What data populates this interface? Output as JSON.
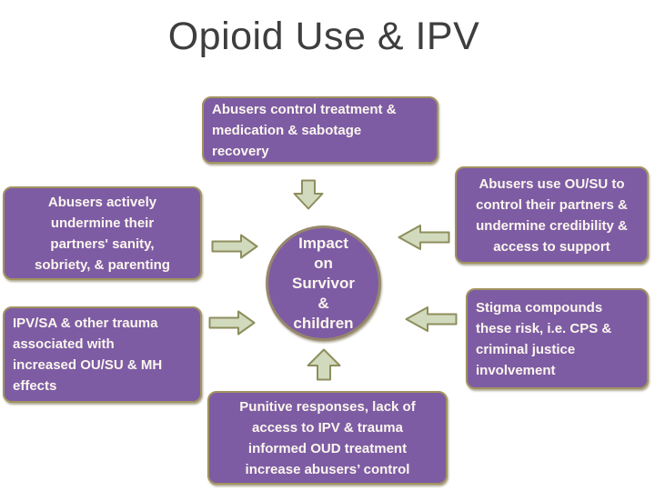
{
  "slide": {
    "title": "Opioid Use & IPV",
    "colors": {
      "box_fill": "#7d5ca4",
      "box_border": "#a1935f",
      "box_text": "#fcf6ee",
      "arrow_fill": "#d2dabe",
      "arrow_border": "#8d8e5c",
      "title_text": "#3e3e3e"
    },
    "diagram": {
      "center_circle": {
        "lines": [
          "Impact",
          "on",
          "Survivor",
          "&",
          "children"
        ]
      },
      "boxes": {
        "top": {
          "lines": [
            "Abusers control treatment &",
            "medication & sabotage",
            "recovery"
          ]
        },
        "left_top": {
          "lines": [
            "Abusers actively",
            "undermine their",
            "partners' sanity,",
            "sobriety, & parenting"
          ]
        },
        "left_bottom": {
          "lines": [
            "IPV/SA & other trauma",
            "associated with",
            "increased OU/SU & MH",
            "effects"
          ]
        },
        "right_top": {
          "lines": [
            "Abusers use OU/SU to",
            "control their partners &",
            "undermine credibility &",
            "access to support"
          ]
        },
        "right_bottom": {
          "lines": [
            "Stigma compounds",
            "these risk, i.e. CPS &",
            "criminal justice",
            "involvement"
          ]
        },
        "bottom": {
          "lines": [
            "Punitive responses, lack of",
            "access to IPV & trauma",
            "informed OUD treatment",
            "increase  abusers’ control"
          ]
        }
      },
      "arrows": [
        {
          "direction": "down",
          "meaning": "from-top-box-to-center"
        },
        {
          "direction": "right",
          "meaning": "from-left-top-box-to-center"
        },
        {
          "direction": "right",
          "meaning": "from-left-bottom-box-to-center"
        },
        {
          "direction": "left",
          "meaning": "from-right-top-box-to-center"
        },
        {
          "direction": "left",
          "meaning": "from-right-bottom-box-to-center"
        },
        {
          "direction": "up",
          "meaning": "from-bottom-box-to-center"
        }
      ]
    }
  }
}
